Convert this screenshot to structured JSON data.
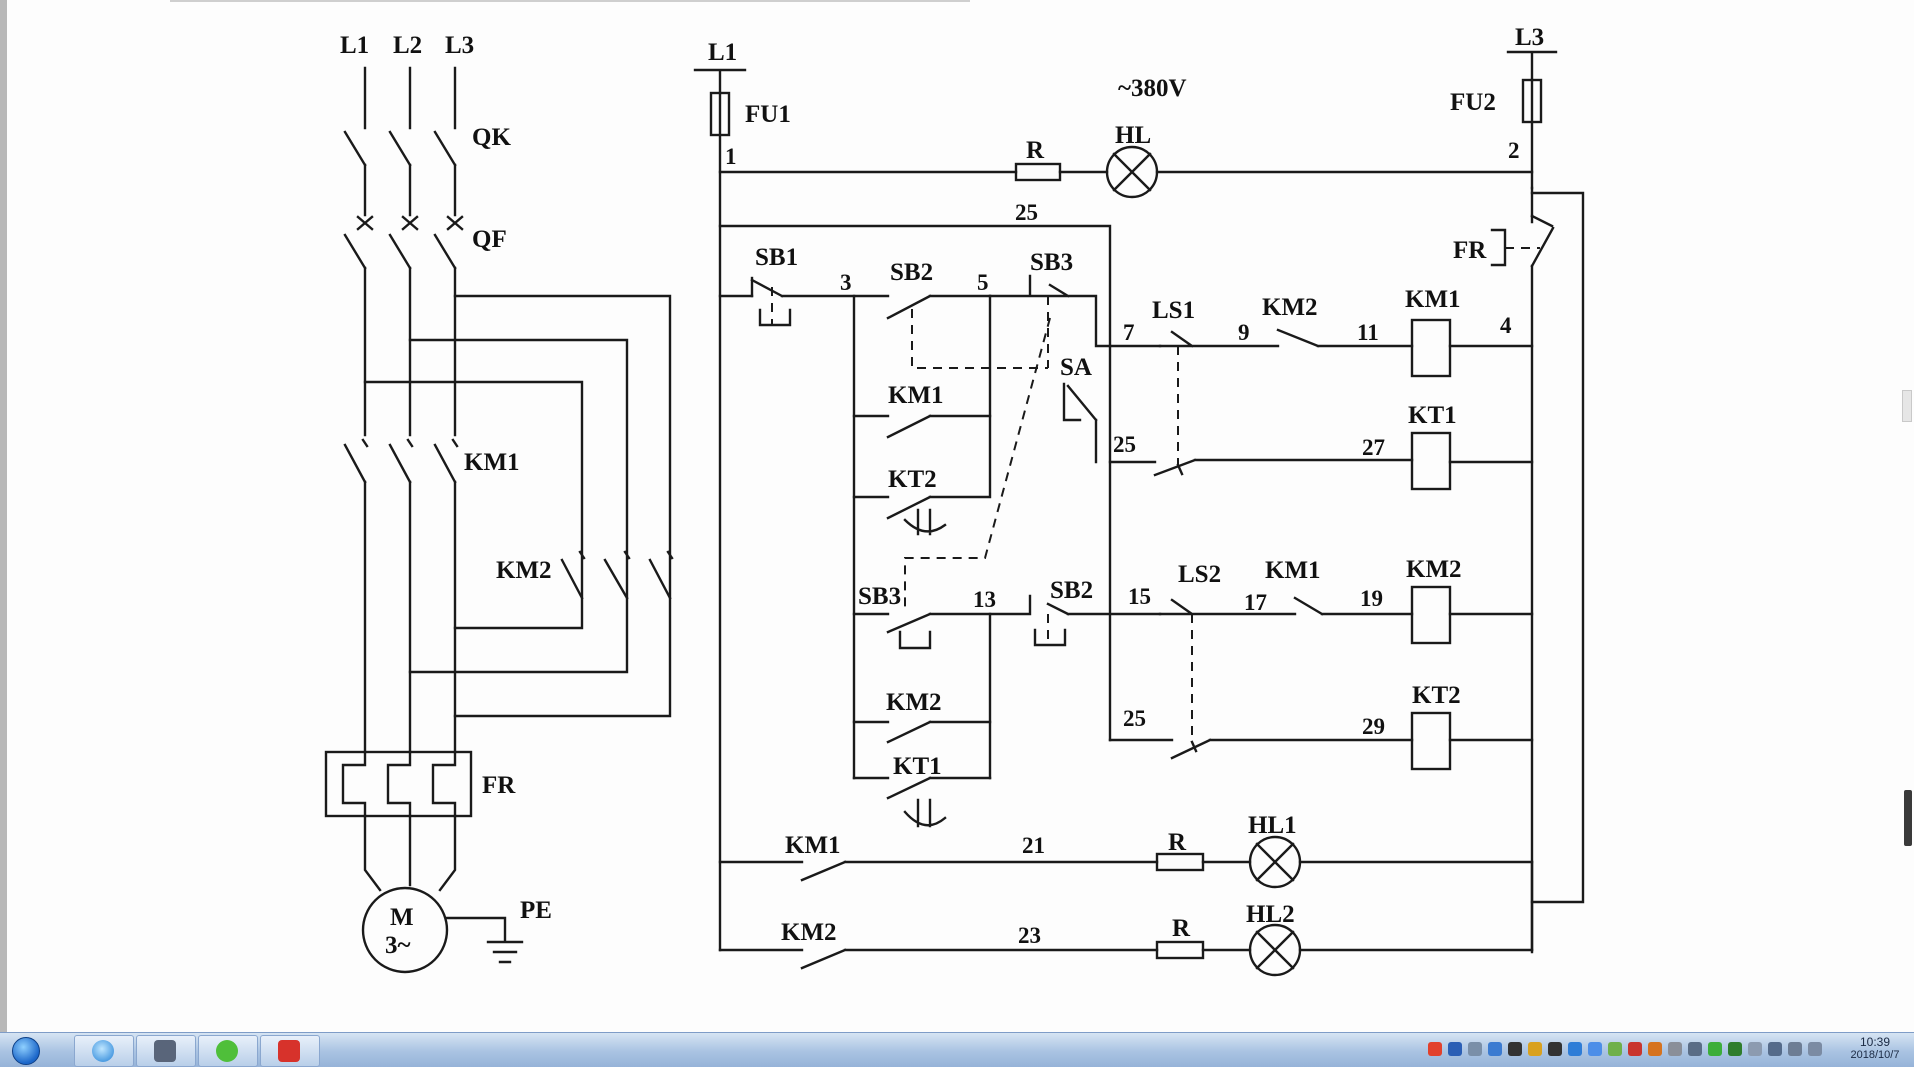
{
  "diagram": {
    "power_labels": {
      "l1": "L1",
      "l2": "L2",
      "l3": "L3",
      "qk": "QK",
      "qf": "QF",
      "km1": "KM1",
      "km2": "KM2",
      "fr": "FR",
      "motor_m": "M",
      "motor_3": "3~",
      "pe": "PE"
    },
    "control_labels": {
      "l1": "L1",
      "l3": "L3",
      "fu1": "FU1",
      "fu2": "FU2",
      "voltage": "~380V",
      "r_top": "R",
      "hl": "HL",
      "n1": "1",
      "n2": "2",
      "n25_top": "25",
      "fr_contact": "FR",
      "sb1": "SB1",
      "n3": "3",
      "sb2_top": "SB2",
      "n5": "5",
      "sb3_top": "SB3",
      "sa": "SA",
      "n7": "7",
      "ls1": "LS1",
      "n9": "9",
      "km2_nc_top": "KM2",
      "n11": "11",
      "km1_coil": "KM1",
      "n4": "4",
      "km1_hold": "KM1",
      "n25_mid": "25",
      "n27": "27",
      "kt1_coil": "KT1",
      "kt2_contact": "KT2",
      "sb3_low": "SB3",
      "n13": "13",
      "sb2_low": "SB2",
      "n15": "15",
      "ls2": "LS2",
      "n17": "17",
      "km1_nc": "KM1",
      "n19": "19",
      "km2_coil": "KM2",
      "km2_hold": "KM2",
      "n25_low": "25",
      "n29": "29",
      "kt2_coil": "KT2",
      "kt1_contact": "KT1",
      "km1_lamp": "KM1",
      "n21": "21",
      "r_hl1": "R",
      "hl1": "HL1",
      "km2_lamp": "KM2",
      "n23": "23",
      "r_hl2": "R",
      "hl2": "HL2"
    }
  },
  "taskbar": {
    "clock_time": "10:39",
    "clock_date": "2018/10/7",
    "apps": [
      "browser-icon",
      "camera-icon",
      "wechat-icon",
      "wps-icon"
    ]
  }
}
